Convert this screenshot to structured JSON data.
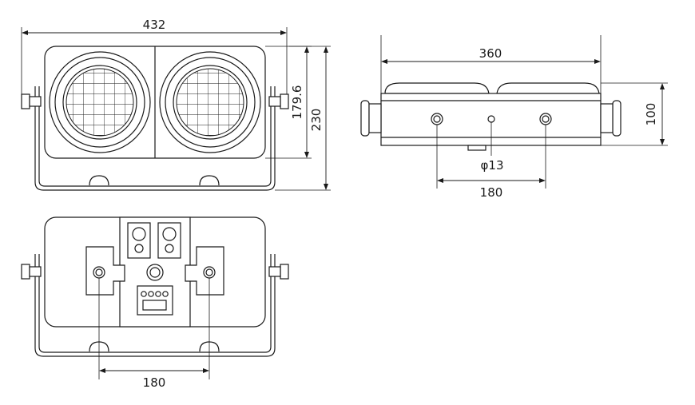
{
  "front_view": {
    "width_label": "432",
    "inner_height_label": "179.6",
    "total_height_label": "230"
  },
  "top_view": {
    "width_label": "360",
    "depth_label": "100",
    "hole_label": "φ13",
    "hole_spacing_label": "180"
  },
  "rear_view": {
    "hole_spacing_label": "180"
  }
}
